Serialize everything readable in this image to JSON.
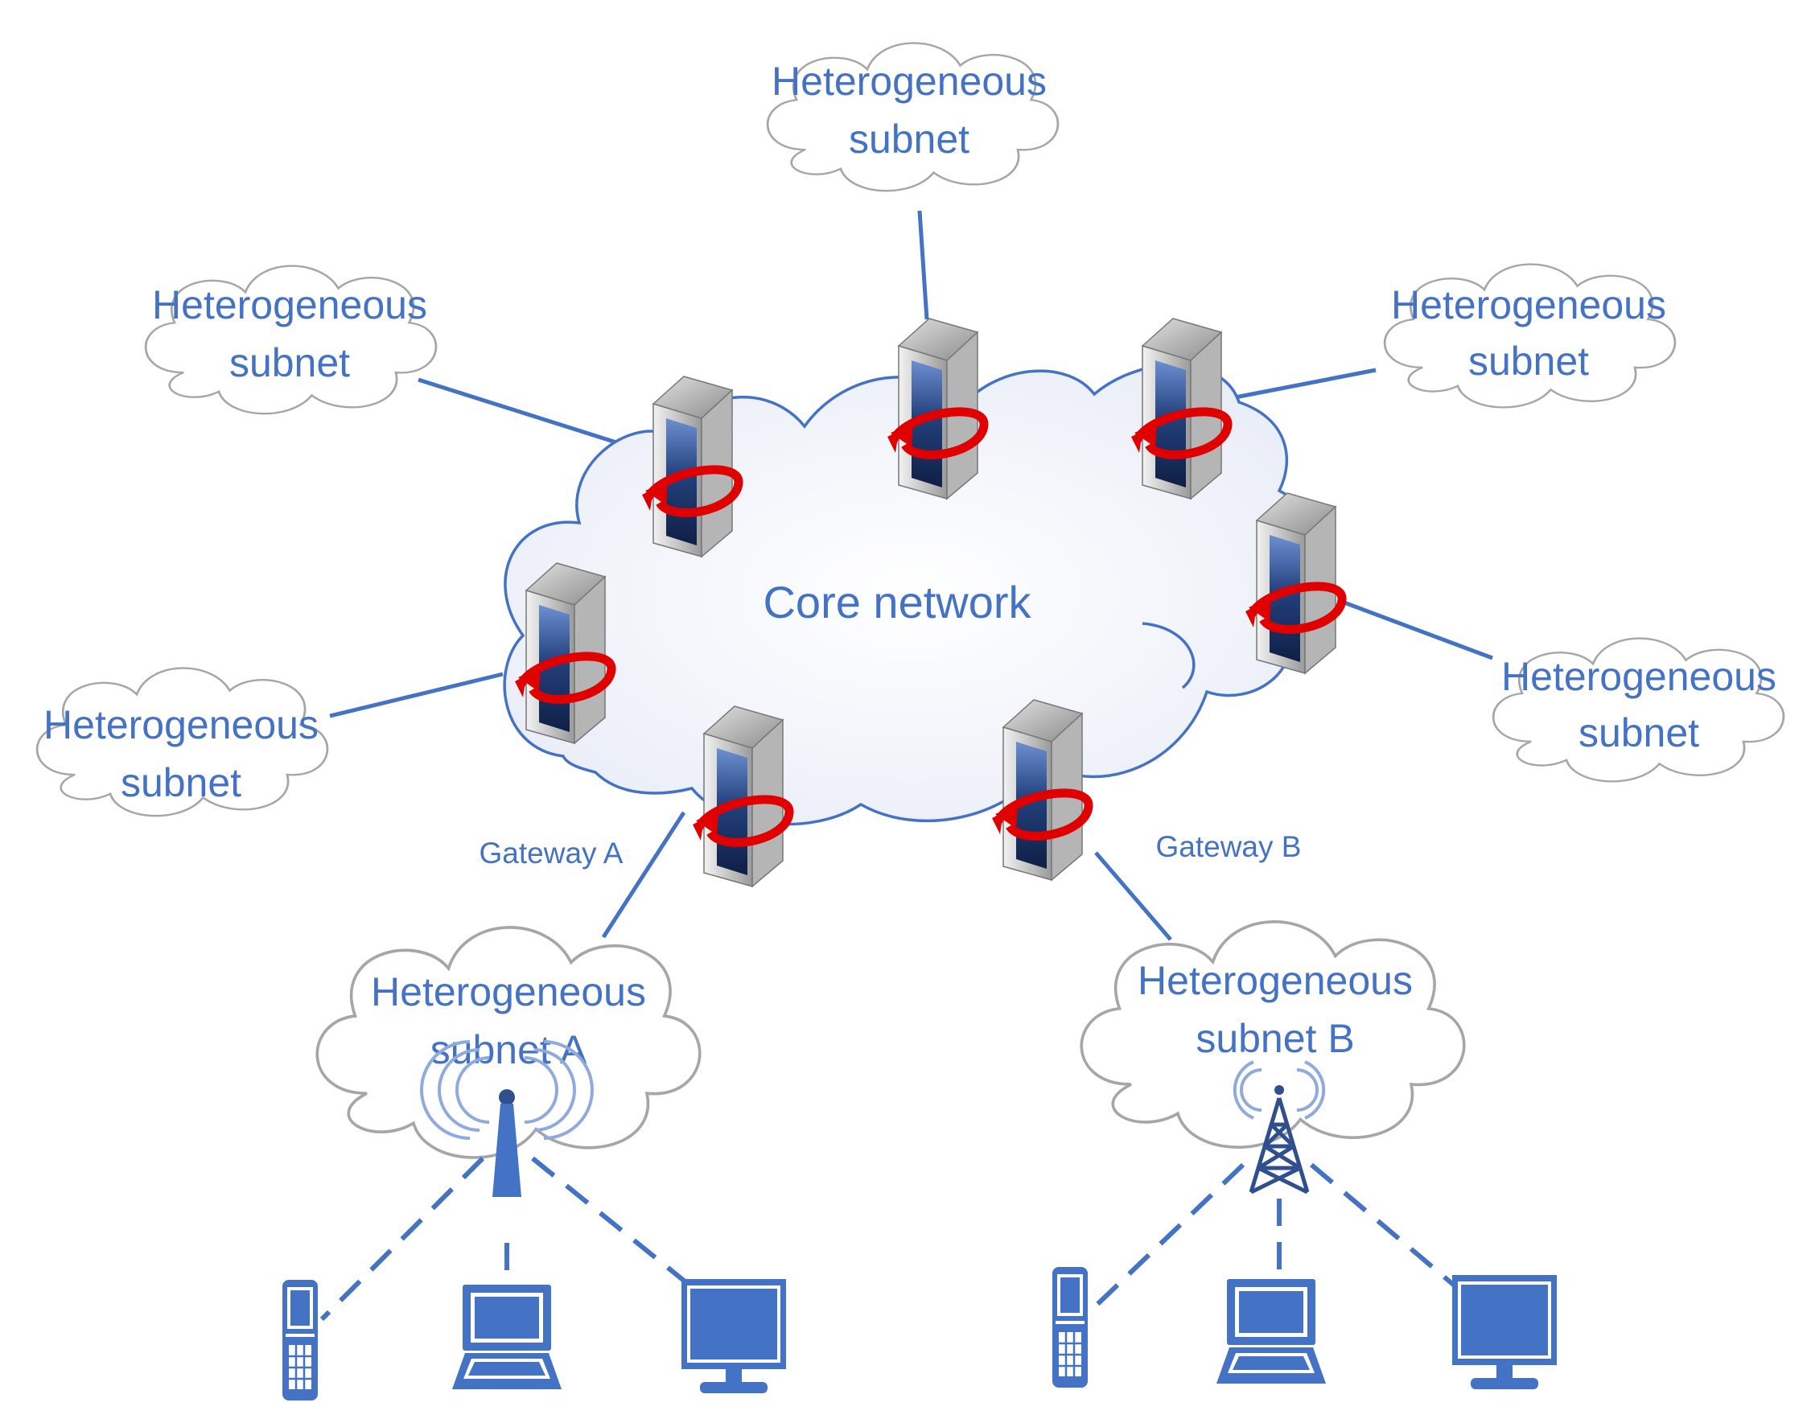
{
  "core_label": "Core network",
  "subnets": [
    {
      "id": "top",
      "line1": "Heterogeneous",
      "line2": "subnet"
    },
    {
      "id": "upper-left",
      "line1": "Heterogeneous",
      "line2": "subnet"
    },
    {
      "id": "upper-right",
      "line1": "Heterogeneous",
      "line2": "subnet"
    },
    {
      "id": "left",
      "line1": "Heterogeneous",
      "line2": "subnet"
    },
    {
      "id": "right",
      "line1": "Heterogeneous",
      "line2": "subnet"
    },
    {
      "id": "a",
      "line1": "Heterogeneous",
      "line2": "subnet A"
    },
    {
      "id": "b",
      "line1": "Heterogeneous",
      "line2": "subnet B"
    }
  ],
  "gateways": {
    "a": "Gateway A",
    "b": "Gateway B"
  },
  "icons": {
    "server": "server-router-icon",
    "antenna": "wireless-antenna-icon",
    "tower": "cell-tower-icon",
    "phone": "mobile-phone-icon",
    "laptop": "laptop-icon",
    "monitor": "desktop-monitor-icon"
  },
  "colors": {
    "accent": "#4472c4",
    "cloud_outline": "#a6a6a6",
    "arrow": "#e00000",
    "server_blue": "#2a4a8c"
  }
}
